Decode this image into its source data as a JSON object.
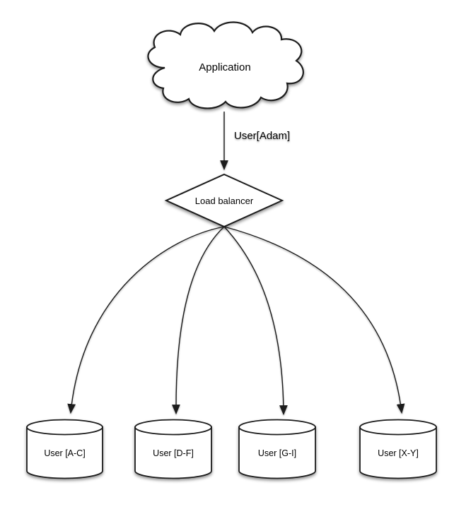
{
  "diagram": {
    "type": "flowchart",
    "background_color": "#ffffff",
    "stroke_color": "#1a1a1a",
    "shape_fill_color": "#ffffff",
    "text_color": "#000000",
    "nodes": {
      "application": {
        "label": "Application",
        "shape": "cloud"
      },
      "load_balancer": {
        "label": "Load balancer",
        "shape": "diamond"
      },
      "shards": [
        {
          "label": "User [A-C]",
          "shape": "cylinder"
        },
        {
          "label": "User [D-F]",
          "shape": "cylinder"
        },
        {
          "label": "User [G-I]",
          "shape": "cylinder"
        },
        {
          "label": "User [X-Y]",
          "shape": "cylinder"
        }
      ]
    },
    "edges": {
      "app_to_lb": {
        "from": "Application",
        "to": "Load balancer",
        "label": "User[Adam]"
      },
      "lb_to_shards": [
        {
          "from": "Load balancer",
          "to": "User [A-C]",
          "label": ""
        },
        {
          "from": "Load balancer",
          "to": "User [D-F]",
          "label": ""
        },
        {
          "from": "Load balancer",
          "to": "User [G-I]",
          "label": ""
        },
        {
          "from": "Load balancer",
          "to": "User [X-Y]",
          "label": ""
        }
      ]
    }
  }
}
